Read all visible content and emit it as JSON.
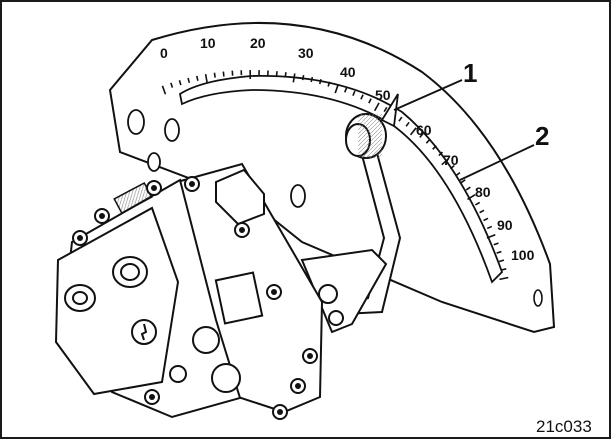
{
  "scale": {
    "labels": [
      "0",
      "10",
      "20",
      "30",
      "40",
      "50",
      "60",
      "70",
      "80",
      "90",
      "100"
    ]
  },
  "callouts": {
    "one": "1",
    "two": "2"
  },
  "figure_id": "21c033",
  "colors": {
    "ink": "#111111",
    "paper": "#ffffff",
    "shade": "#dcdcdc"
  }
}
